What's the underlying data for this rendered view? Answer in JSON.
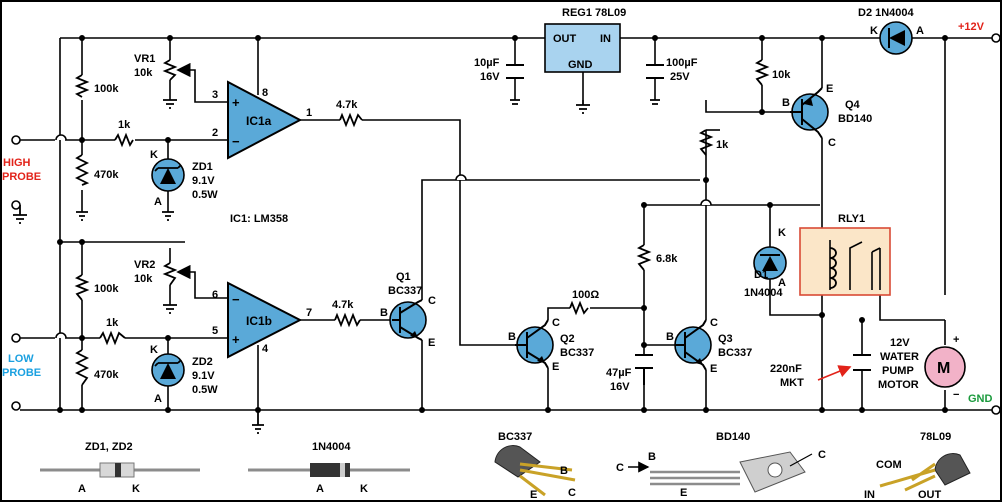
{
  "colors": {
    "wire": "#000000",
    "component_fill": "#5aa9d8",
    "label_red": "#e2231a",
    "label_blue": "#1aa0e0",
    "label_green": "#1a9a3c",
    "reg_fill": "#a9d3ef",
    "relay_bg": "#fbe6c8",
    "relay_border": "#d94a35",
    "motor_fill": "#f2b2c8",
    "pkg_gray": "#8c8c8c"
  },
  "texts": {
    "reg1": "REG1 78L09",
    "reg_out": "OUT",
    "reg_in": "IN",
    "reg_gnd": "GND",
    "d2": "D2 1N4004",
    "d2_k": "K",
    "d2_a": "A",
    "plus12v": "+12V",
    "c1_val": "10µF",
    "c1_v": "16V",
    "c2_val": "100µF",
    "c2_v": "25V",
    "vr1": "VR1",
    "vr1_val": "10k",
    "vr2": "VR2",
    "vr2_val": "10k",
    "r100k_a": "100k",
    "r470k_a": "470k",
    "r1k_a": "1k",
    "r100k_b": "100k",
    "r470k_b": "470k",
    "r1k_b": "1k",
    "ic1a": "IC1a",
    "ic1b": "IC1b",
    "ic1": "IC1: LM358",
    "pin3": "3",
    "pin2": "2",
    "pin8": "8",
    "pin1": "1",
    "pin6": "6",
    "pin5": "5",
    "pin4": "4",
    "pin7": "7",
    "plus_a": "+",
    "minus_a": "−",
    "minus_b": "−",
    "plus_b": "+",
    "r47k_a": "4.7k",
    "r47k_b": "4.7k",
    "zd1": "ZD1",
    "zd1_v": "9.1V",
    "zd1_w": "0.5W",
    "zd1_k": "K",
    "zd1_a": "A",
    "zd2": "ZD2",
    "zd2_v": "9.1V",
    "zd2_w": "0.5W",
    "zd2_k": "K",
    "zd2_a": "A",
    "high": "HIGH",
    "probe_h": "PROBE",
    "low": "LOW",
    "probe_l": "PROBE",
    "q1": "Q1",
    "q1_type": "BC337",
    "q1_b": "B",
    "q1_c": "C",
    "q1_e": "E",
    "q2": "Q2",
    "q2_type": "BC337",
    "q2_b": "B",
    "q2_c": "C",
    "q2_e": "E",
    "q3": "Q3",
    "q3_type": "BC337",
    "q3_b": "B",
    "q3_c": "C",
    "q3_e": "E",
    "q4": "Q4",
    "q4_type": "BD140",
    "q4_b": "B",
    "q4_c": "C",
    "q4_e": "E",
    "r10k": "10k",
    "r1k_c": "1k",
    "r68k": "6.8k",
    "r100": "100Ω",
    "c3_val": "47µF",
    "c3_v": "16V",
    "d1": "D1",
    "d1_type": "1N4004",
    "d1_k": "K",
    "d1_a": "A",
    "rly1": "RLY1",
    "c4_val": "220nF",
    "c4_type": "MKT",
    "motor1": "12V",
    "motor2": "WATER",
    "motor3": "PUMP",
    "motor4": "MOTOR",
    "motor_m": "M",
    "motor_plus": "+",
    "motor_minus": "−",
    "gnd": "GND",
    "pkg_zd": "ZD1, ZD2",
    "pkg_zd_a": "A",
    "pkg_zd_k": "K",
    "pkg_diode": "1N4004",
    "pkg_diode_a": "A",
    "pkg_diode_k": "K",
    "pkg_bc": "BC337",
    "pkg_bc_b": "B",
    "pkg_bc_e": "E",
    "pkg_bc_c": "C",
    "pkg_bd": "BD140",
    "pkg_bd_b": "B",
    "pkg_bd_c1": "C",
    "pkg_bd_c2": "C",
    "pkg_bd_e": "E",
    "pkg_reg": "78L09",
    "pkg_reg_com": "COM",
    "pkg_reg_in": "IN",
    "pkg_reg_out": "OUT"
  }
}
